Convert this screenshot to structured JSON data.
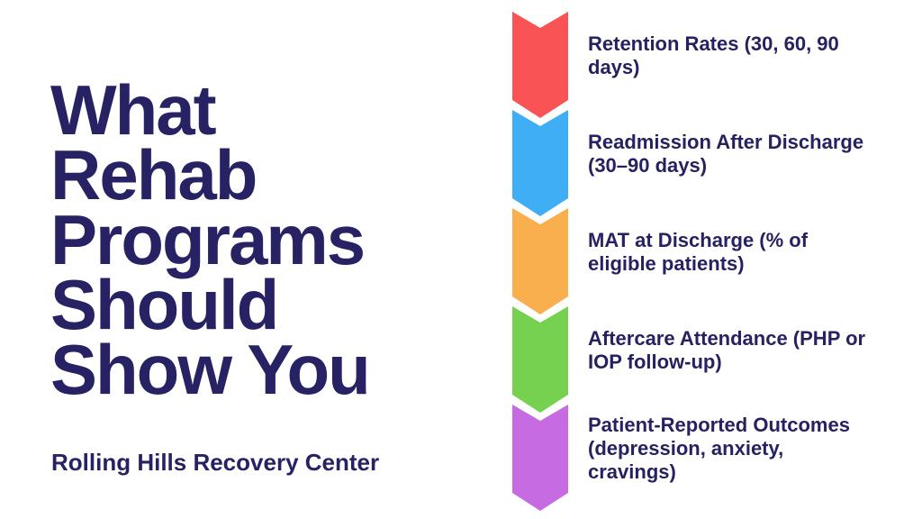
{
  "title": {
    "lines": [
      "What",
      "Rehab",
      "Programs",
      "Should",
      "Show You"
    ]
  },
  "subtitle": {
    "text": "Rolling Hills Recovery Center"
  },
  "colors": {
    "text_navy": "#272264",
    "background": "#ffffff"
  },
  "chevron_list": {
    "items": [
      {
        "color": "#F95355",
        "lines": [
          "Retention Rates (30, 60, 90",
          "days)"
        ]
      },
      {
        "color": "#3FAEF5",
        "lines": [
          "Readmission After Discharge",
          "(30–90 days)"
        ]
      },
      {
        "color": "#F9AF4D",
        "lines": [
          "MAT at Discharge (% of",
          "eligible patients)"
        ]
      },
      {
        "color": "#75D14F",
        "lines": [
          "Aftercare Attendance (PHP or",
          "IOP follow-up)"
        ]
      },
      {
        "color": "#C76BE3",
        "lines": [
          "Patient-Reported Outcomes",
          "(depression, anxiety,",
          "cravings)"
        ]
      }
    ]
  }
}
